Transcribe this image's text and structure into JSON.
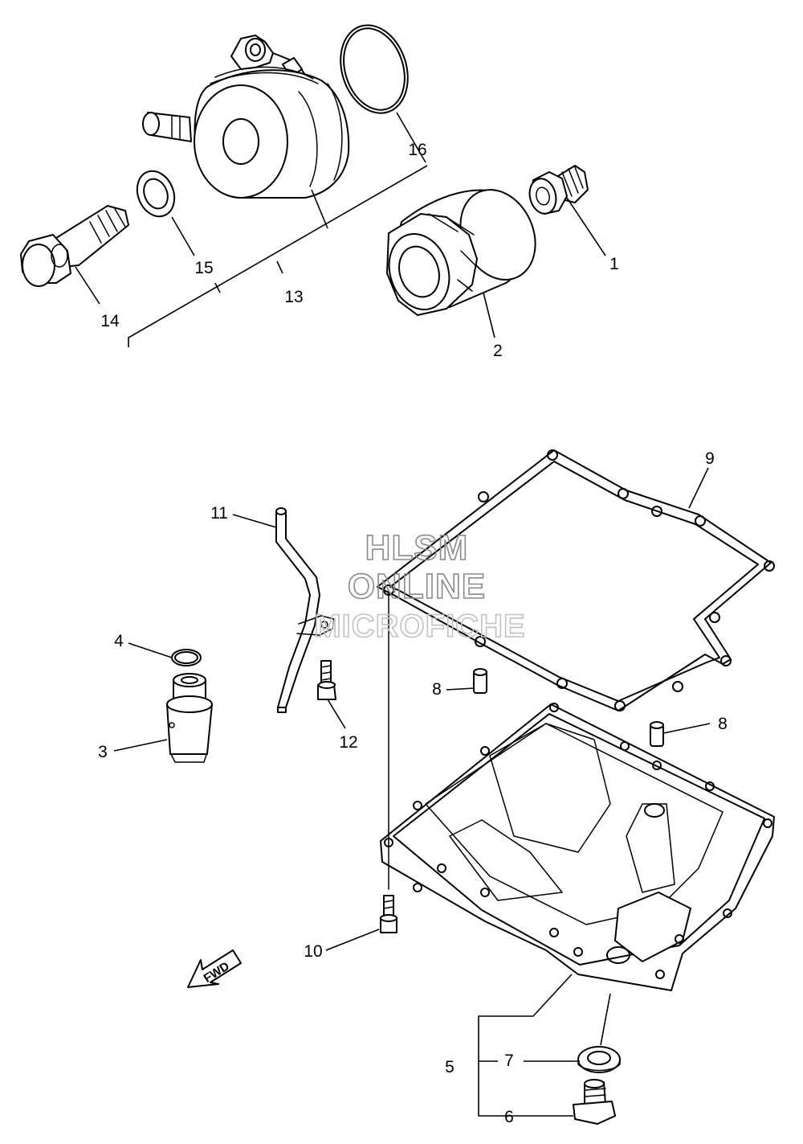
{
  "callouts": {
    "c1": "1",
    "c2": "2",
    "c3": "3",
    "c4": "4",
    "c5": "5",
    "c6": "6",
    "c7": "7",
    "c8a": "8",
    "c8b": "8",
    "c9": "9",
    "c10": "10",
    "c11": "11",
    "c12": "12",
    "c13": "13",
    "c14": "14",
    "c15": "15",
    "c16": "16"
  },
  "watermark": {
    "line1": "HLSM",
    "line2": "ONLINE",
    "line3": "MICROFICHE"
  },
  "fwd_label": "FWD"
}
